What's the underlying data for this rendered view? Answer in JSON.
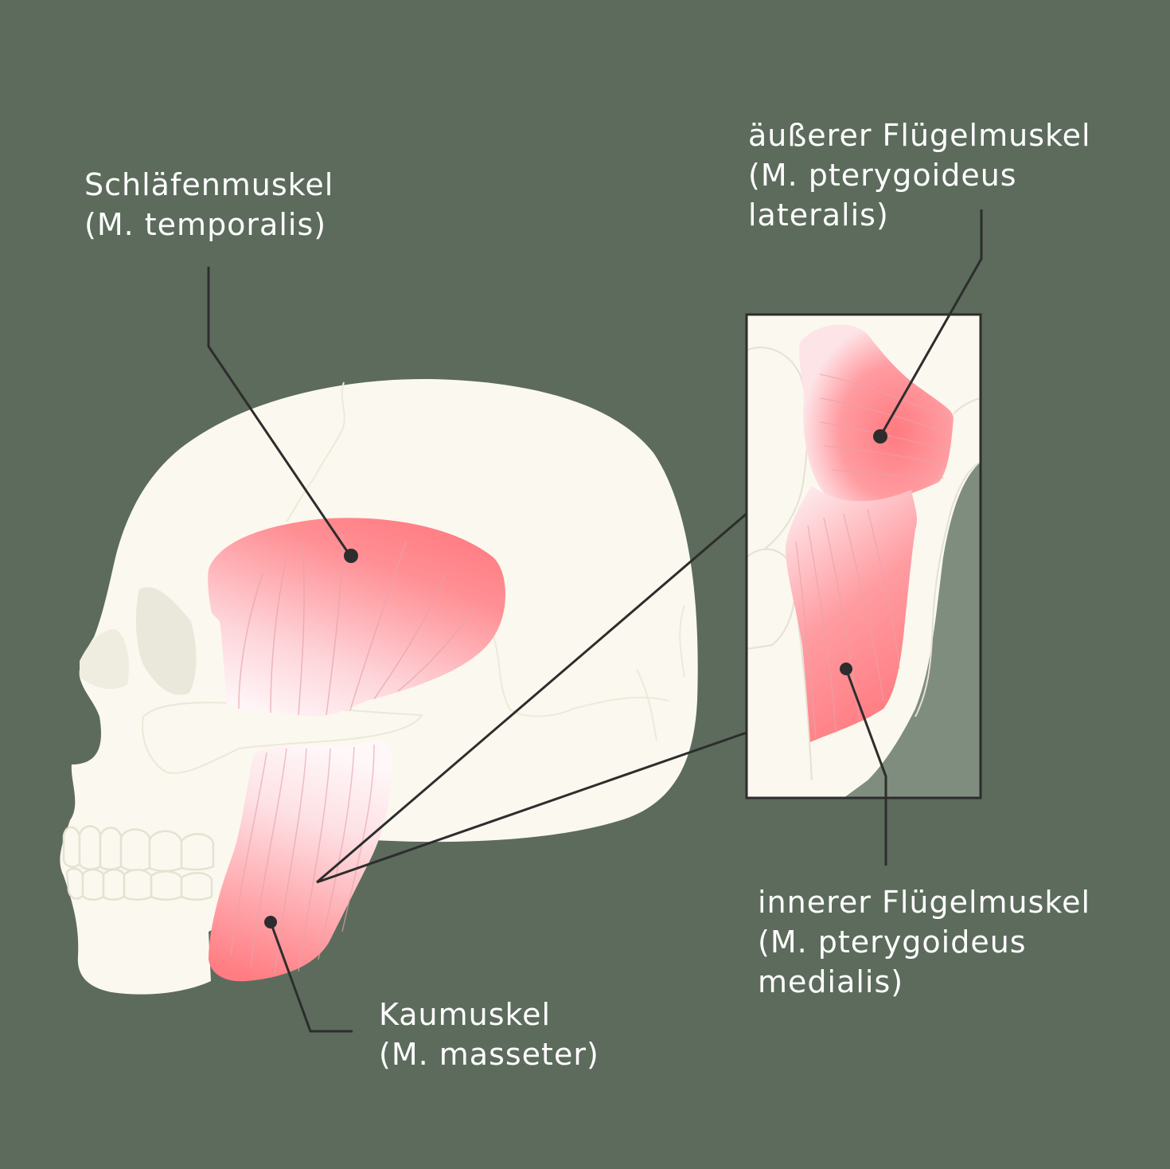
{
  "labels": {
    "temporalis": {
      "name": "Schläfenmuskel",
      "latin": "(M. temporalis)"
    },
    "pterygoideus_lateralis": {
      "name": "äußerer Flügelmuskel",
      "latin_line1": "(M. pterygoideus",
      "latin_line2": "lateralis)"
    },
    "masseter": {
      "name": "Kaumuskel",
      "latin": "(M. masseter)"
    },
    "pterygoideus_medialis": {
      "name": "innerer Flügelmuskel",
      "latin_line1": "(M. pterygoideus",
      "latin_line2": "medialis)"
    }
  },
  "colors": {
    "background": "#5c6b5c",
    "bone": "#fbf8ef",
    "bone_shadow": "#e9e8da",
    "muscle": "#ff7f84",
    "muscle_light": "#fff4f6",
    "leader_line": "#2d2d2d",
    "label_text": "#ffffff",
    "inset_shadow": "#7f8d7f"
  }
}
